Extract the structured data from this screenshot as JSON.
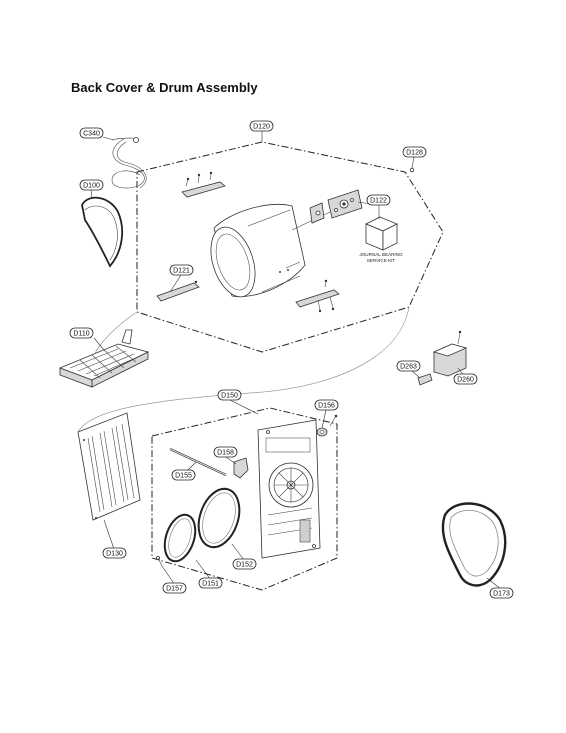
{
  "title": "Back Cover & Drum Assembly",
  "parts": {
    "c340": "C340",
    "d100": "D100",
    "d110": "D110",
    "d120": "D120",
    "d121": "D121",
    "d122": "D122",
    "d128": "D128",
    "d130": "D130",
    "d150": "D150",
    "d151": "D151",
    "d152": "D152",
    "d155": "D155",
    "d156": "D156",
    "d157": "D157",
    "d158": "D158",
    "d173": "D173",
    "d260": "D260",
    "d263": "D263"
  },
  "service_kit_note": {
    "line1": "JOURNAL BEARING",
    "line2": "SERVICE KIT"
  }
}
